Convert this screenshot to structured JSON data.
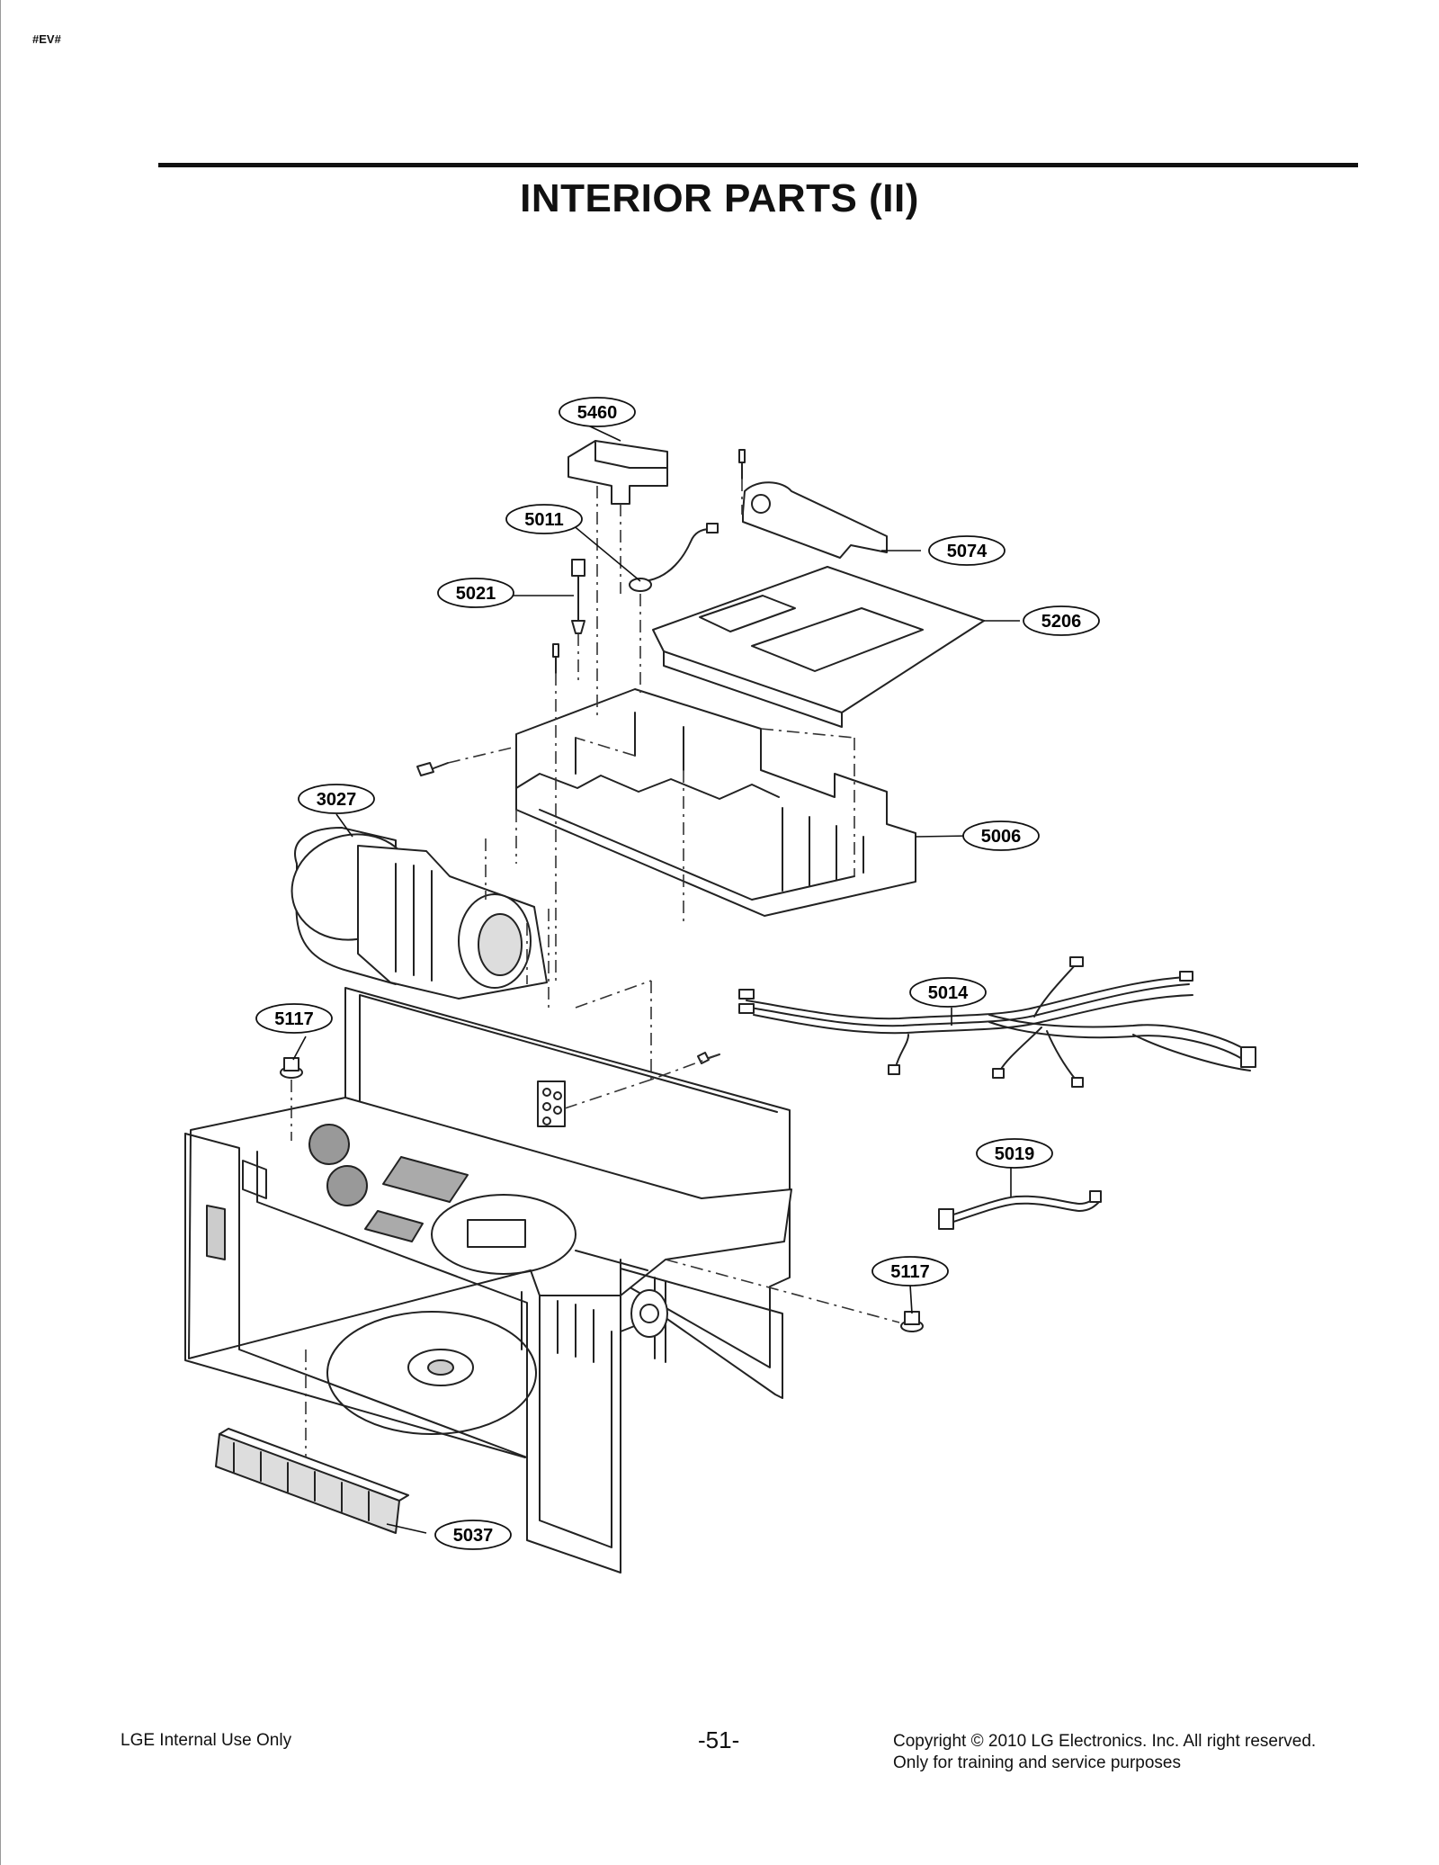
{
  "corner_tag": "#EV#",
  "title": "INTERIOR PARTS (II)",
  "callouts": [
    "5460",
    "5011",
    "5074",
    "5021",
    "5206",
    "3027",
    "5006",
    "5014",
    "5117",
    "5019",
    "5117",
    "5037"
  ],
  "footer": {
    "left": "LGE Internal Use Only",
    "page": "-51-",
    "copyright": "Copyright © 2010 LG Electronics. Inc. All right reserved.",
    "note": "Only for training and service purposes"
  }
}
